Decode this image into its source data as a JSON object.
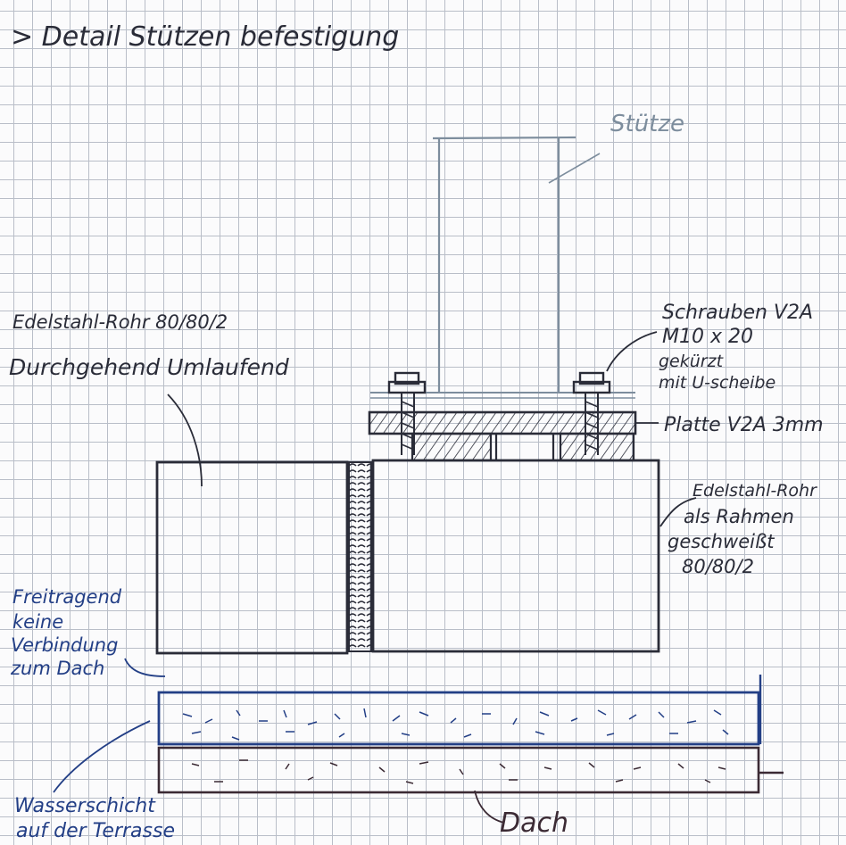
{
  "title": "> Detail Stützen befestigung",
  "labels": {
    "stuetze": "Stütze",
    "rohr_top_1": "Edelstahl-Rohr 80/80/2",
    "rohr_top_2": "Durchgehend Umlaufend",
    "schrauben_1": "Schrauben V2A",
    "schrauben_2": "M10 x 20",
    "schrauben_3": "gekürzt",
    "schrauben_4": "mit U-scheibe",
    "platte": "Platte V2A 3mm",
    "rahmen_1": "Edelstahl-Rohr",
    "rahmen_2": "als Rahmen",
    "rahmen_3": "geschweißt",
    "rahmen_4": "80/80/2",
    "frei_1": "Freitragend",
    "frei_2": "keine",
    "frei_3": "Verbindung",
    "frei_4": "zum Dach",
    "wasser_1": "Wasserschicht",
    "wasser_2": "auf der Terrasse",
    "dach": "Dach"
  },
  "colors": {
    "ink": "#2a2c38",
    "blue_ink": "#233f86",
    "grey_ink": "#7d8d9d",
    "brown_ink": "#3b2a34"
  }
}
